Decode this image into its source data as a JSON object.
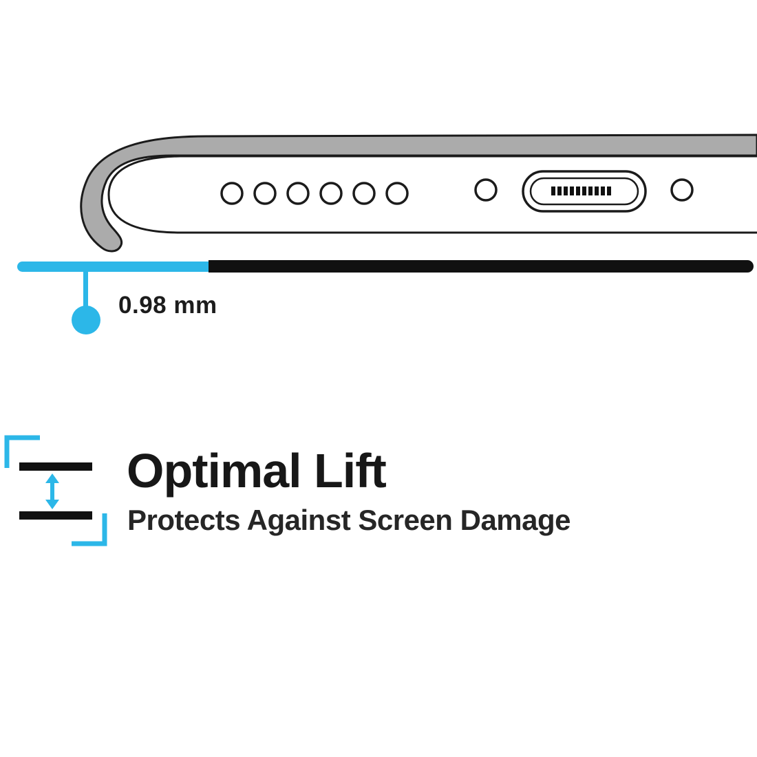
{
  "illustration": {
    "name": "phone-bottom-edge-in-protective-case"
  },
  "measurement": {
    "value": "0.98 mm"
  },
  "feature": {
    "title": "Optimal Lift",
    "subtitle": "Protects Against Screen Damage"
  },
  "colors": {
    "accent_cyan": "#2cb7e8",
    "line_black": "#111111",
    "case_gray": "#ababab",
    "outline": "#1b1b1b"
  }
}
